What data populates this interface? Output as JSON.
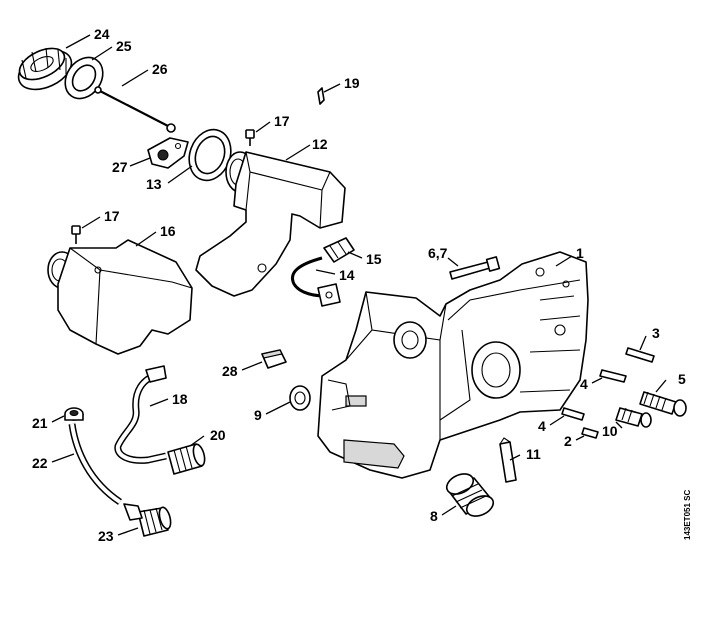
{
  "drawing_code": "143ET051 SC",
  "callouts": {
    "c1": "1",
    "c2": "2",
    "c3": "3",
    "c4a": "4",
    "c4b": "4",
    "c5": "5",
    "c67": "6,7",
    "c8": "8",
    "c9": "9",
    "c10": "10",
    "c11": "11",
    "c12": "12",
    "c13": "13",
    "c14": "14",
    "c15": "15",
    "c16": "16",
    "c17a": "17",
    "c17b": "17",
    "c18": "18",
    "c19": "19",
    "c20": "20",
    "c21": "21",
    "c22": "22",
    "c23": "23",
    "c24": "24",
    "c25": "25",
    "c26": "26",
    "c27": "27",
    "c28": "28"
  }
}
